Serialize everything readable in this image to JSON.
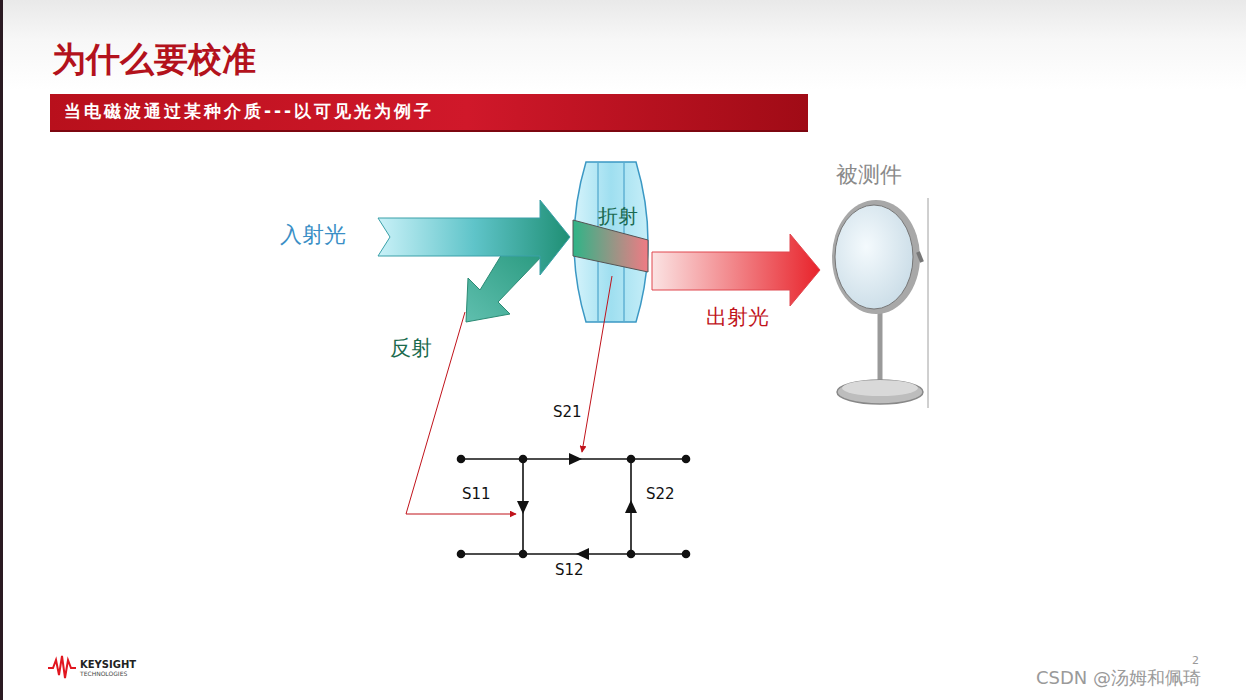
{
  "diagram": {
    "title": "为什么要校准",
    "nodes": [
      {
        "text": [
          "当电磁波通过某种介质---以可见光为例子"
        ]
      }
    ],
    "labels": [
      "入射光",
      "折射",
      "反射",
      "出射光",
      "被测件",
      "S21",
      "S11",
      "S22",
      "S12",
      "KEYSIGHT",
      "TECHNOLOGIES",
      "2",
      "CSDN @汤姆和佩琦"
    ]
  }
}
